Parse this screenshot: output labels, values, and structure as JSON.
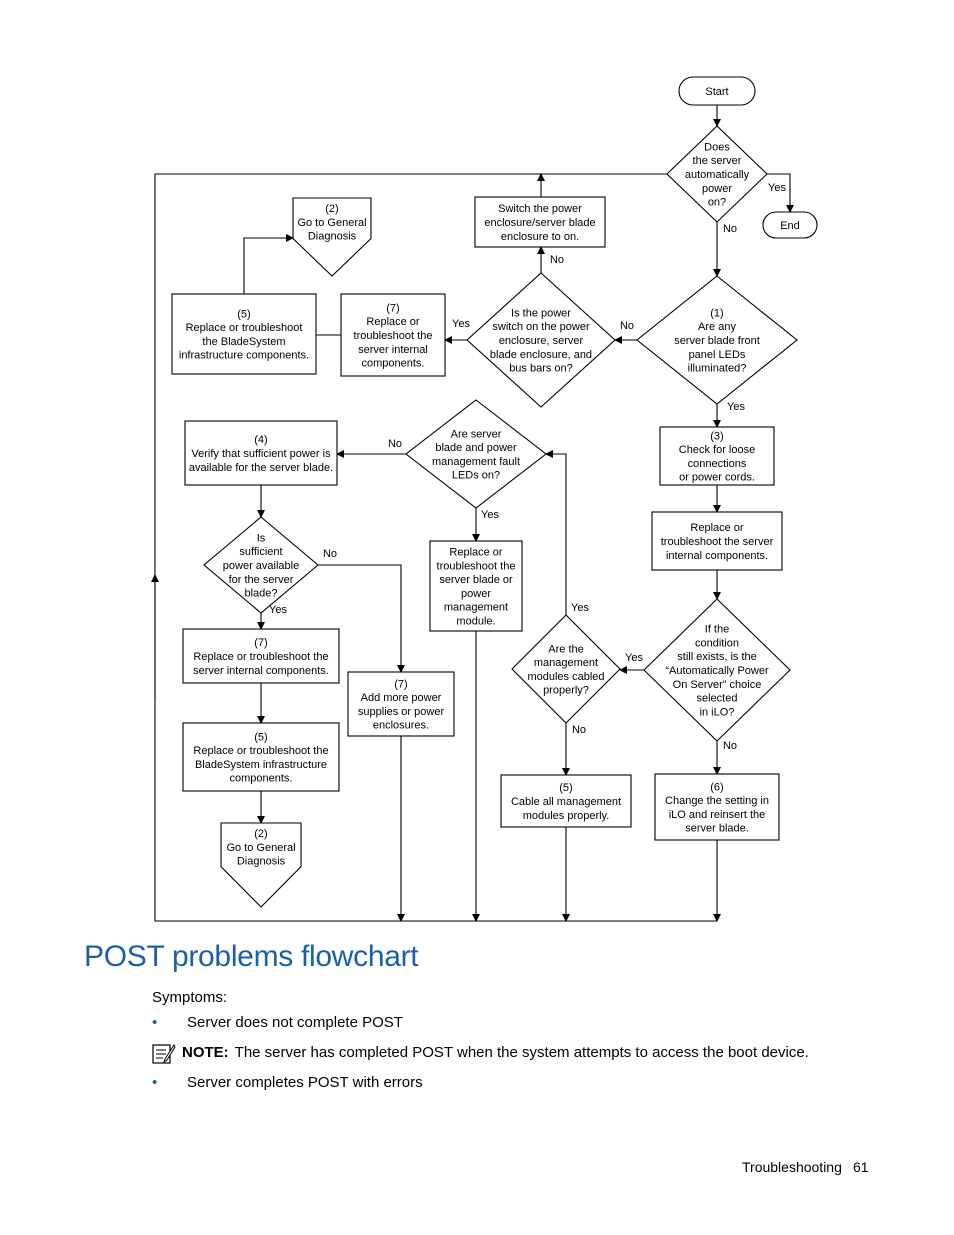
{
  "flowchart": {
    "nodes": [
      {
        "id": "start",
        "lines": [
          "Start"
        ]
      },
      {
        "id": "does-power-on",
        "lines": [
          "Does",
          "the server",
          "automatically",
          "power",
          "on?"
        ]
      },
      {
        "id": "end",
        "lines": [
          "End"
        ]
      },
      {
        "id": "switch-power",
        "lines": [
          "Switch the power",
          "enclosure/server blade",
          "enclosure to on."
        ]
      },
      {
        "id": "goto-diag-1",
        "lines": [
          "(2)",
          "Go to General",
          "Diagnosis"
        ]
      },
      {
        "id": "replace-infra-top",
        "lines": [
          "(5)",
          "Replace or troubleshoot",
          "the BladeSystem",
          "infrastructure components."
        ]
      },
      {
        "id": "replace-internal-top",
        "lines": [
          "(7)",
          "Replace or",
          "troubleshoot the",
          "server internal",
          "components."
        ]
      },
      {
        "id": "is-power-switch-on",
        "lines": [
          "Is the power",
          "switch on the power",
          "enclosure, server",
          "blade enclosure, and",
          "bus bars on?"
        ]
      },
      {
        "id": "front-panel-leds",
        "lines": [
          "(1)",
          "Are any",
          "server blade front",
          "panel LEDs",
          "illuminated?"
        ]
      },
      {
        "id": "verify-power",
        "lines": [
          "(4)",
          "Verify that sufficient power is",
          "available for the server blade."
        ]
      },
      {
        "id": "fault-leds",
        "lines": [
          "Are server",
          "blade and power",
          "management fault",
          "LEDs on?"
        ]
      },
      {
        "id": "check-connections",
        "lines": [
          "(3)",
          "Check for loose",
          "connections",
          "or power cords."
        ]
      },
      {
        "id": "replace-internal-right",
        "lines": [
          "Replace or",
          "troubleshoot the server",
          "internal components."
        ]
      },
      {
        "id": "sufficient-power",
        "lines": [
          "Is",
          "sufficient",
          "power available",
          "for the server",
          "blade?"
        ]
      },
      {
        "id": "replace-blade-module",
        "lines": [
          "Replace or",
          "troubleshoot the",
          "server blade or",
          "power",
          "management",
          "module."
        ]
      },
      {
        "id": "condition-exists",
        "lines": [
          "If the",
          "condition",
          "still exists, is the",
          "“Automatically Power",
          "On Server” choice",
          "selected",
          "in iLO?"
        ]
      },
      {
        "id": "modules-cabled",
        "lines": [
          "Are the",
          "management",
          "modules cabled",
          "properly?"
        ]
      },
      {
        "id": "replace-internal-left",
        "lines": [
          "(7)",
          "Replace or troubleshoot the",
          "server internal components."
        ]
      },
      {
        "id": "add-power",
        "lines": [
          "(7)",
          "Add more power",
          "supplies or power",
          "enclosures."
        ]
      },
      {
        "id": "replace-infra-left",
        "lines": [
          "(5)",
          "Replace or troubleshoot the",
          "BladeSystem infrastructure",
          "components."
        ]
      },
      {
        "id": "cable-modules",
        "lines": [
          "(5)",
          "Cable all management",
          "modules properly."
        ]
      },
      {
        "id": "change-ilo",
        "lines": [
          "(6)",
          "Change the setting in",
          "iLO and reinsert the",
          "server blade."
        ]
      },
      {
        "id": "goto-diag-2",
        "lines": [
          "(2)",
          "Go to General",
          "Diagnosis"
        ]
      }
    ],
    "edge_labels": [
      {
        "id": "yes-end",
        "text": "Yes"
      },
      {
        "id": "no-power-on",
        "text": "No"
      },
      {
        "id": "no-switch",
        "text": "No"
      },
      {
        "id": "yes-switch",
        "text": "Yes"
      },
      {
        "id": "no-leds",
        "text": "No"
      },
      {
        "id": "yes-leds",
        "text": "Yes"
      },
      {
        "id": "no-fault",
        "text": "No"
      },
      {
        "id": "yes-fault",
        "text": "Yes"
      },
      {
        "id": "no-sufficient",
        "text": "No"
      },
      {
        "id": "yes-sufficient",
        "text": "Yes"
      },
      {
        "id": "yes-cabled-up",
        "text": "Yes"
      },
      {
        "id": "yes-condition",
        "text": "Yes"
      },
      {
        "id": "no-cabled",
        "text": "No"
      },
      {
        "id": "no-condition",
        "text": "No"
      }
    ]
  },
  "section": {
    "title": "POST problems flowchart",
    "symptoms_label": "Symptoms:",
    "bullet_1": "Server does not complete POST",
    "note_label": "NOTE:",
    "note_text": "The server has completed POST when the system attempts to access the boot device.",
    "bullet_2": "Server completes POST with errors",
    "bullet_glyph": "•"
  },
  "footer": {
    "section_name": "Troubleshooting",
    "page_number": "61"
  },
  "colors": {
    "heading": "#1a5fa8",
    "lines": "#000000"
  }
}
